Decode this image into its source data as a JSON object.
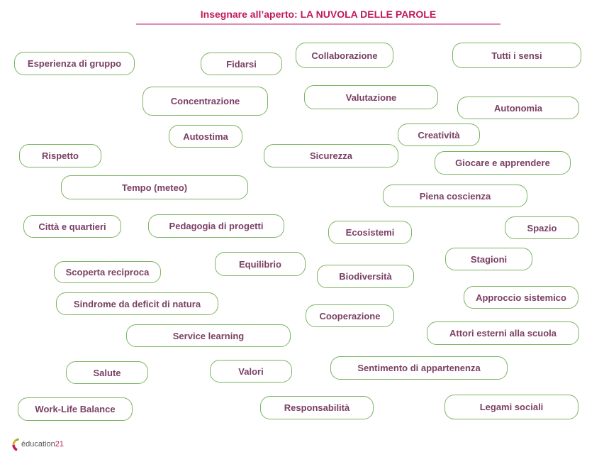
{
  "title": "Insegnare all’aperto: LA NUVOLA DELLE PAROLE",
  "colors": {
    "title": "#c2185b",
    "pill_border": "#7cb463",
    "pill_text": "#7a3f64"
  },
  "words": [
    "Esperienza di gruppo",
    "Fidarsi",
    "Collaborazione",
    "Tutti i sensi",
    "Concentrazione",
    "Valutazione",
    "Autonomia",
    "Autostima",
    "Creatività",
    "Rispetto",
    "Sicurezza",
    "Giocare e apprendere",
    "Tempo (meteo)",
    "Piena coscienza",
    "Città e quartieri",
    "Pedagogia di progetti",
    "Ecosistemi",
    "Spazio",
    "Stagioni",
    "Equilibrio",
    "Scoperta reciproca",
    "Biodiversità",
    "Approccio sistemico",
    "Sindrome da deficit di natura",
    "Cooperazione",
    "Service learning",
    "Attori esterni alla scuola",
    "Salute",
    "Valori",
    "Sentimento di appartenenza",
    "Work-Life Balance",
    "Responsabilità",
    "Legami sociali"
  ],
  "logo": {
    "text": "éducation",
    "number": "21"
  }
}
